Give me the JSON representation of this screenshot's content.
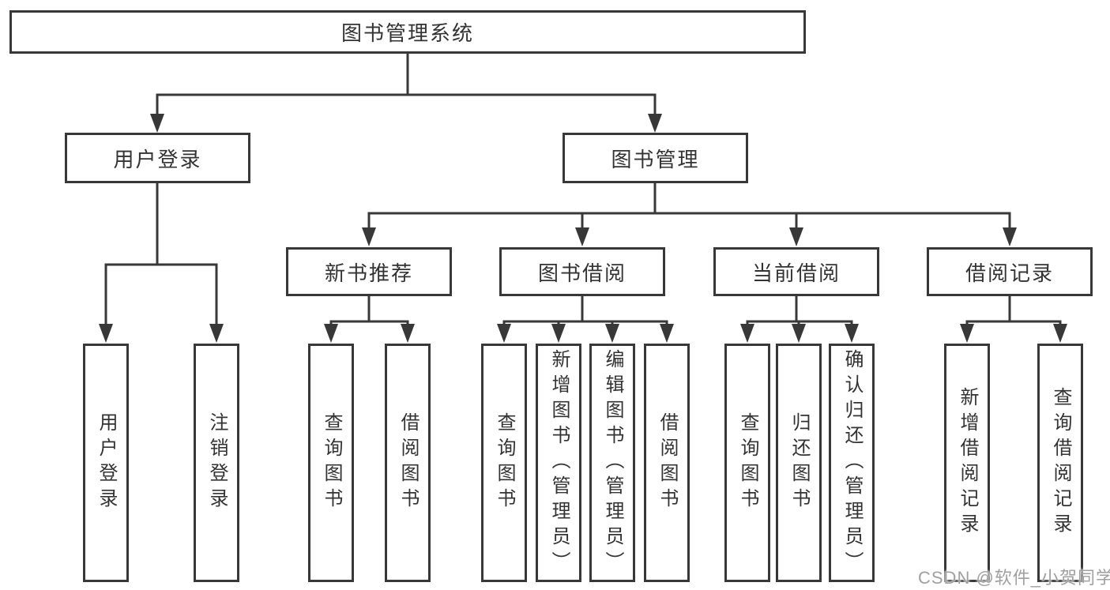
{
  "colors": {
    "line": "#383838",
    "text": "#333333",
    "watermark": "#a0a0a0",
    "background": "#ffffff"
  },
  "watermark": {
    "text": "CSDN @软件_小贺同学"
  },
  "tree": {
    "root": {
      "label": "图书管理系统"
    },
    "branches": [
      {
        "label": "用户登录",
        "children": [
          "用户登录",
          "注销登录"
        ]
      },
      {
        "label": "图书管理",
        "groups": [
          {
            "label": "新书推荐",
            "children": [
              "查询图书",
              "借阅图书"
            ]
          },
          {
            "label": "图书借阅",
            "children": [
              "查询图书",
              "新增图书（管理员）",
              "编辑图书（管理员）",
              "借阅图书"
            ]
          },
          {
            "label": "当前借阅",
            "children": [
              "查询图书",
              "归还图书",
              "确认归还（管理员）"
            ]
          },
          {
            "label": "借阅记录",
            "children": [
              "新增借阅记录",
              "查询借阅记录"
            ]
          }
        ]
      }
    ]
  }
}
